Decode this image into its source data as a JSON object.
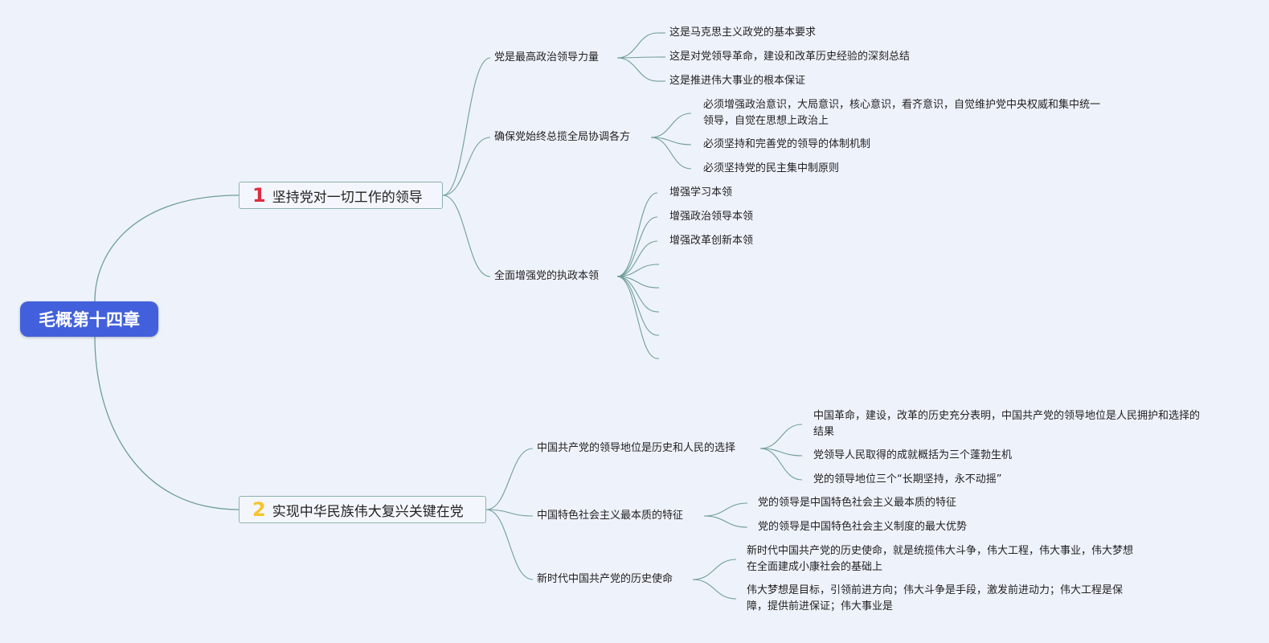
{
  "root": {
    "label": "毛概第十四章"
  },
  "topics": [
    {
      "number": "1",
      "label": "坚持党对一切工作的领导",
      "number_color": "#e02b3f",
      "subtopics": [
        {
          "label": "党是最高政治领导力量",
          "children": [
            "这是马克思主义政党的基本要求",
            "这是对党领导革命，建设和改革历史经验的深刻总结",
            "这是推进伟大事业的根本保证"
          ]
        },
        {
          "label": "确保党始终总揽全局协调各方",
          "children": [
            "必须增强政治意识，大局意识，核心意识，看齐意识，自觉维护党中央权威和集中统一领导，自觉在思想上政治上",
            "必须坚持和完善党的领导的体制机制",
            "必须坚持党的民主集中制原则"
          ]
        },
        {
          "label": "全面增强党的执政本领",
          "children": [
            "增强学习本领",
            "增强政治领导本领",
            "增强改革创新本领",
            "",
            "",
            "",
            "",
            ""
          ]
        }
      ]
    },
    {
      "number": "2",
      "label": "实现中华民族伟大复兴关键在党",
      "number_color": "#f5c330",
      "subtopics": [
        {
          "label": "中国共产党的领导地位是历史和人民的选择",
          "children": [
            "中国革命，建设，改革的历史充分表明，中国共产党的领导地位是人民拥护和选择的结果",
            "党领导人民取得的成就概括为三个蓬勃生机",
            "党的领导地位三个“长期坚持，永不动摇”"
          ]
        },
        {
          "label": "中国特色社会主义最本质的特征",
          "children": [
            "党的领导是中国特色社会主义最本质的特征",
            "党的领导是中国特色社会主义制度的最大优势"
          ]
        },
        {
          "label": "新时代中国共产党的历史使命",
          "children": [
            "新时代中国共产党的历史使命，就是统揽伟大斗争，伟大工程，伟大事业，伟大梦想在全面建成小康社会的基础上",
            "伟大梦想是目标，引领前进方向；伟大斗争是手段，激发前进动力；伟大工程是保障，提供前进保证；伟大事业是"
          ]
        }
      ]
    }
  ],
  "colors": {
    "background": "#eef2fb",
    "root_fill": "#4260dc",
    "connector": "#6f9f96",
    "topic_border": "#8db3ad"
  }
}
